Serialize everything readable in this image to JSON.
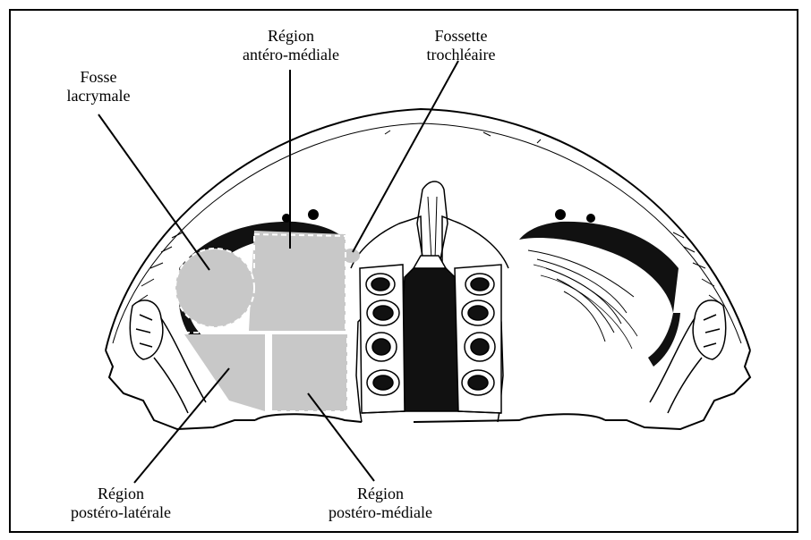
{
  "labels": {
    "fosse_lacrymale": [
      "Fosse",
      "lacrymale"
    ],
    "region_antero_mediale": [
      "Région",
      "antéro-médiale"
    ],
    "fossette_trochleaire": [
      "Fossette",
      "trochléaire"
    ],
    "region_postero_laterale": [
      "Région",
      "postéro-latérale"
    ],
    "region_postero_mediale": [
      "Région",
      "postéro-médiale"
    ]
  },
  "colors": {
    "region_fill": "#c8c8c8",
    "ink": "#000000",
    "background": "#ffffff"
  }
}
